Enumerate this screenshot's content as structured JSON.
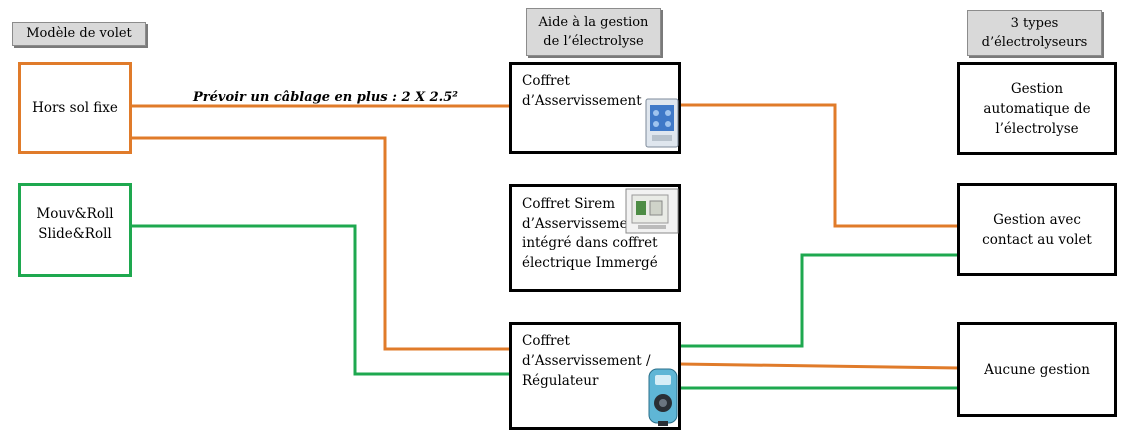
{
  "headers": {
    "model": "Modèle de volet",
    "aid": [
      "Aide à la gestion",
      "de l’électrolyse"
    ],
    "types": [
      "3 types",
      "d’électrolyseurs"
    ]
  },
  "models": {
    "hors_sol": "Hors sol fixe",
    "mouv": [
      "Mouv&Roll",
      "Slide&Roll"
    ]
  },
  "cabling_note": "Prévoir un câblage en plus : 2 X 2.5²",
  "coffrets": {
    "asservissement": [
      "Coffret",
      "d’Asservissement"
    ],
    "sirem": [
      "Coffret  Sirem",
      "d’Asservissement",
      "intégré dans coffret",
      "électrique Immergé"
    ],
    "regulateur": [
      "Coffret",
      "d’Asservissement /",
      "Régulateur"
    ]
  },
  "gestion": {
    "auto": [
      "Gestion",
      "automatique de",
      "l’électrolyse"
    ],
    "contact": [
      "Gestion avec",
      "contact au volet"
    ],
    "aucune": "Aucune gestion"
  },
  "colors": {
    "orange": "#e07b2a",
    "green": "#1ea84f",
    "header_bg": "#d9d9d9"
  },
  "icons": [
    "control-box-icon",
    "electrical-cabinet-icon",
    "regulator-device-icon"
  ]
}
